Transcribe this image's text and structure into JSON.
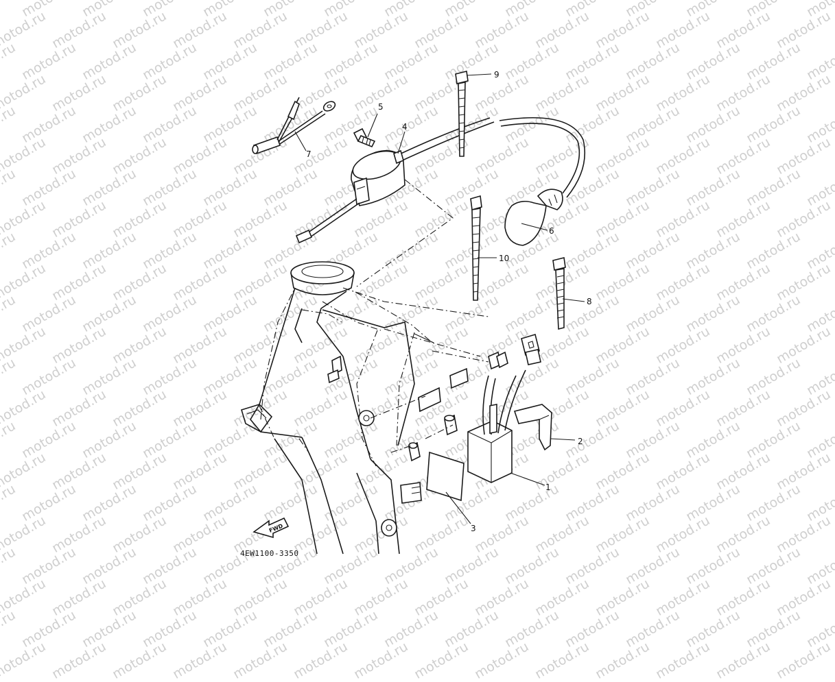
{
  "watermark": {
    "text": "motod.ru"
  },
  "drawing_code": "4EW1100-3350",
  "direction_badge": {
    "text": "FWD"
  },
  "callouts": [
    {
      "id": "1",
      "text": "1"
    },
    {
      "id": "2",
      "text": "2"
    },
    {
      "id": "3",
      "text": "3"
    },
    {
      "id": "4",
      "text": "4"
    },
    {
      "id": "5",
      "text": "5"
    },
    {
      "id": "6",
      "text": "6"
    },
    {
      "id": "7",
      "text": "7"
    },
    {
      "id": "8",
      "text": "8"
    },
    {
      "id": "9",
      "text": "9"
    },
    {
      "id": "10",
      "text": "10"
    }
  ]
}
